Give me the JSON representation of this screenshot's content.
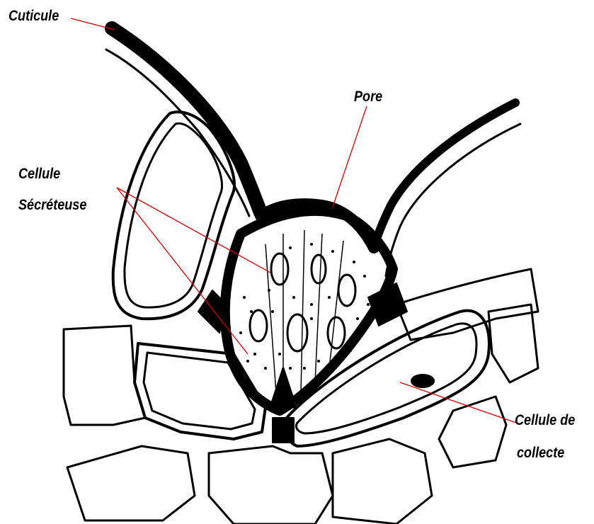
{
  "labels": {
    "cuticle": "Cuticule",
    "pore": "Pore",
    "secretory_cell_line1": "Cellule",
    "secretory_cell_line2": "Sécréteuse",
    "collecting_cell_line1": "Cellule de",
    "collecting_cell_line2": "collecte"
  },
  "colors": {
    "ink": "#000000",
    "leader_line": "#d00000",
    "background": "#ffffff"
  }
}
